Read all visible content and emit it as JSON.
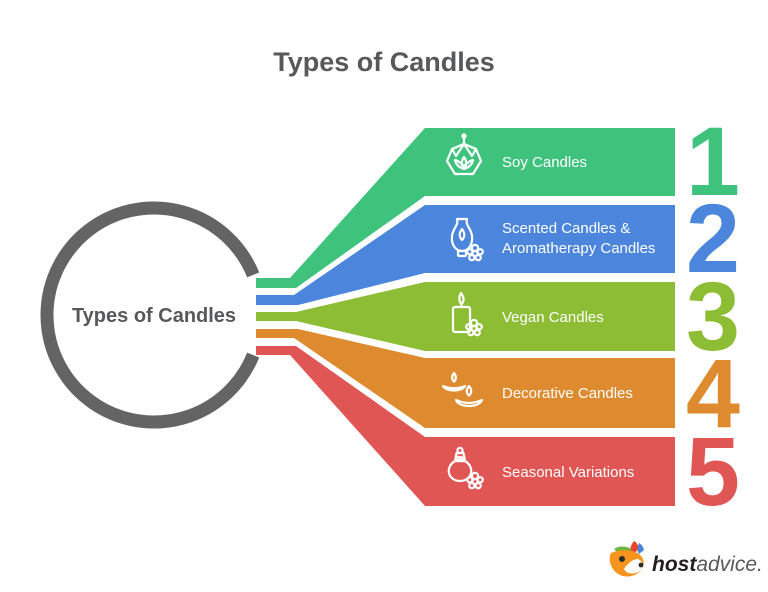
{
  "title": "Types of Candles",
  "hub": {
    "label": "Types of Candles"
  },
  "items": [
    {
      "number": "1",
      "color": "#3fc27c",
      "icon": "soy-candle-icon",
      "lines": [
        "Soy Candles"
      ]
    },
    {
      "number": "2",
      "color": "#4b86dc",
      "icon": "aroma-diffuser-icon",
      "lines": [
        "Scented Candles &",
        "Aromatherapy Candles"
      ]
    },
    {
      "number": "3",
      "color": "#8cbd35",
      "icon": "vegan-candle-icon",
      "lines": [
        "Vegan Candles"
      ]
    },
    {
      "number": "4",
      "color": "#de8b30",
      "icon": "diya-lamps-icon",
      "lines": [
        "Decorative Candles"
      ]
    },
    {
      "number": "5",
      "color": "#e05655",
      "icon": "seasonal-bottle-icon",
      "lines": [
        "Seasonal Variations"
      ]
    }
  ],
  "colors": {
    "ring": "#646464",
    "heading_text": "#57585a",
    "band_text": "#ffffff"
  },
  "logo": {
    "bold": "host",
    "light": "advice."
  }
}
